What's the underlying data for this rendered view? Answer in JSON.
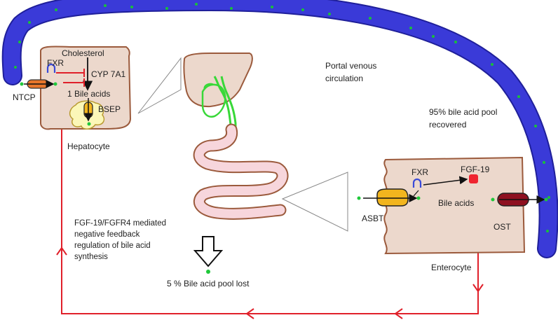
{
  "labels": {
    "cholesterol": "Cholesterol",
    "fxr_hepatocyte": "FXR",
    "cyp7a1": "CYP 7A1",
    "bile_acids_hepatocyte": "1 Bile acids",
    "bsep": "BSEP",
    "ntcp": "NTCP",
    "hepatocyte": "Hepatocyte",
    "portal_line1": "Portal venous",
    "portal_line2": "circulation",
    "recovered_line1": "95% bile acid pool",
    "recovered_line2": "recovered",
    "fxr_enterocyte": "FXR",
    "fgf19": "FGF-19",
    "bile_acids_enterocyte": "Bile acids",
    "asbt": "ASBT",
    "ost": "OST",
    "enterocyte": "Enterocyte",
    "feedback_line1": "FGF-19/FGFR4 mediated",
    "feedback_line2": "negative feedback",
    "feedback_line3": "regulation of bile acid",
    "feedback_line4": "synthesis",
    "pool_lost": "5 % Bile acid pool lost"
  },
  "colors": {
    "vein": "#3a3ad8",
    "vein_dark": "#1f1f9a",
    "vein_dots": "#19c03a",
    "cell_fill": "#ecd8cc",
    "cell_stroke": "#9b5a3c",
    "feedback": "#e0202a",
    "gallbladder": "#38d838",
    "intestine_fill": "#f7d6dc",
    "ntcp": "#e8762a",
    "asbt": "#f2b51e",
    "ost": "#8e1020",
    "fgf19": "#ef2430",
    "fxr": "#3a4ad8",
    "bile_dot": "#1fc83a"
  }
}
